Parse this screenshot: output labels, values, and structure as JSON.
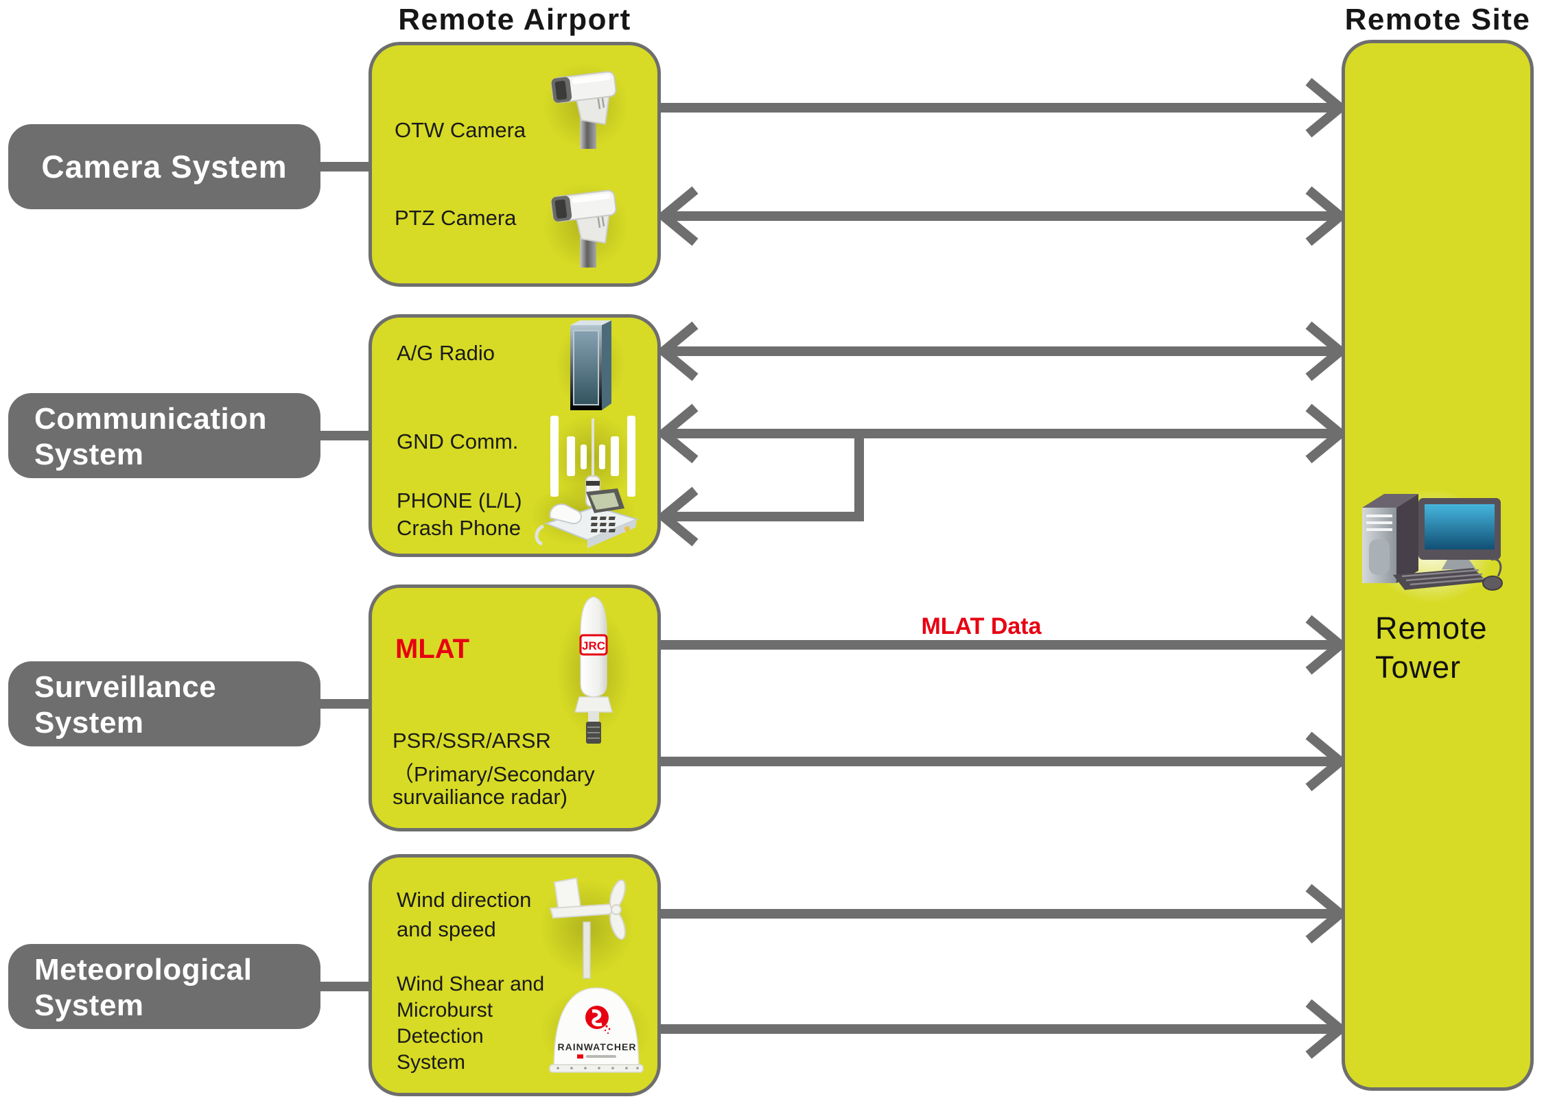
{
  "titles": {
    "remote_airport": "Remote Airport",
    "remote_site": "Remote Site"
  },
  "colors": {
    "box_yellow": "#d7db25",
    "line_gray": "#6e6e6e",
    "accent_red": "#e60012"
  },
  "system_labels": {
    "camera": [
      "Camera System"
    ],
    "communication": [
      "Communication",
      "System"
    ],
    "surveillance": [
      "Surveillance",
      "System"
    ],
    "meteorological": [
      "Meteorological",
      "System"
    ]
  },
  "equipment": {
    "otw_camera": {
      "label": "OTW Camera"
    },
    "ptz_camera": {
      "label": "PTZ Camera"
    },
    "ag_radio": {
      "label": "A/G Radio"
    },
    "gnd_comm": {
      "label": "GND Comm."
    },
    "phone": {
      "label_lines": [
        "PHONE (L/L)",
        "Crash Phone"
      ]
    },
    "mlat": {
      "label": "MLAT",
      "brand": "JRC"
    },
    "psr": {
      "label_lines": [
        "PSR/SSR/ARSR",
        "（Primary/Secondary",
        "survailiance radar)"
      ]
    },
    "wind": {
      "label_lines": [
        "Wind direction",
        "and speed"
      ]
    },
    "wind_shear": {
      "label_lines": [
        "Wind Shear and",
        "Microburst",
        "Detection",
        "System"
      ],
      "brand": "RAINWATCHER"
    }
  },
  "tower": {
    "label_lines": [
      "Remote",
      "Tower"
    ]
  },
  "arrow_labels": {
    "mlat_data": "MLAT Data"
  },
  "connections": [
    {
      "from": "OTW Camera",
      "to": "Remote Tower",
      "direction": "to-tower"
    },
    {
      "from": "PTZ Camera",
      "to": "Remote Tower",
      "direction": "bidirectional"
    },
    {
      "from": "A/G Radio",
      "to": "Remote Tower",
      "direction": "bidirectional"
    },
    {
      "from": "GND Comm.",
      "to": "Remote Tower",
      "direction": "bidirectional"
    },
    {
      "from": "GND Comm. line",
      "to": "PHONE (L/L) Crash Phone",
      "direction": "to-phone-branch"
    },
    {
      "from": "MLAT",
      "to": "Remote Tower",
      "direction": "to-tower",
      "label": "MLAT Data"
    },
    {
      "from": "PSR/SSR/ARSR",
      "to": "Remote Tower",
      "direction": "to-tower"
    },
    {
      "from": "Wind direction and speed",
      "to": "Remote Tower",
      "direction": "to-tower"
    },
    {
      "from": "Wind Shear and Microburst Detection System",
      "to": "Remote Tower",
      "direction": "to-tower"
    }
  ]
}
